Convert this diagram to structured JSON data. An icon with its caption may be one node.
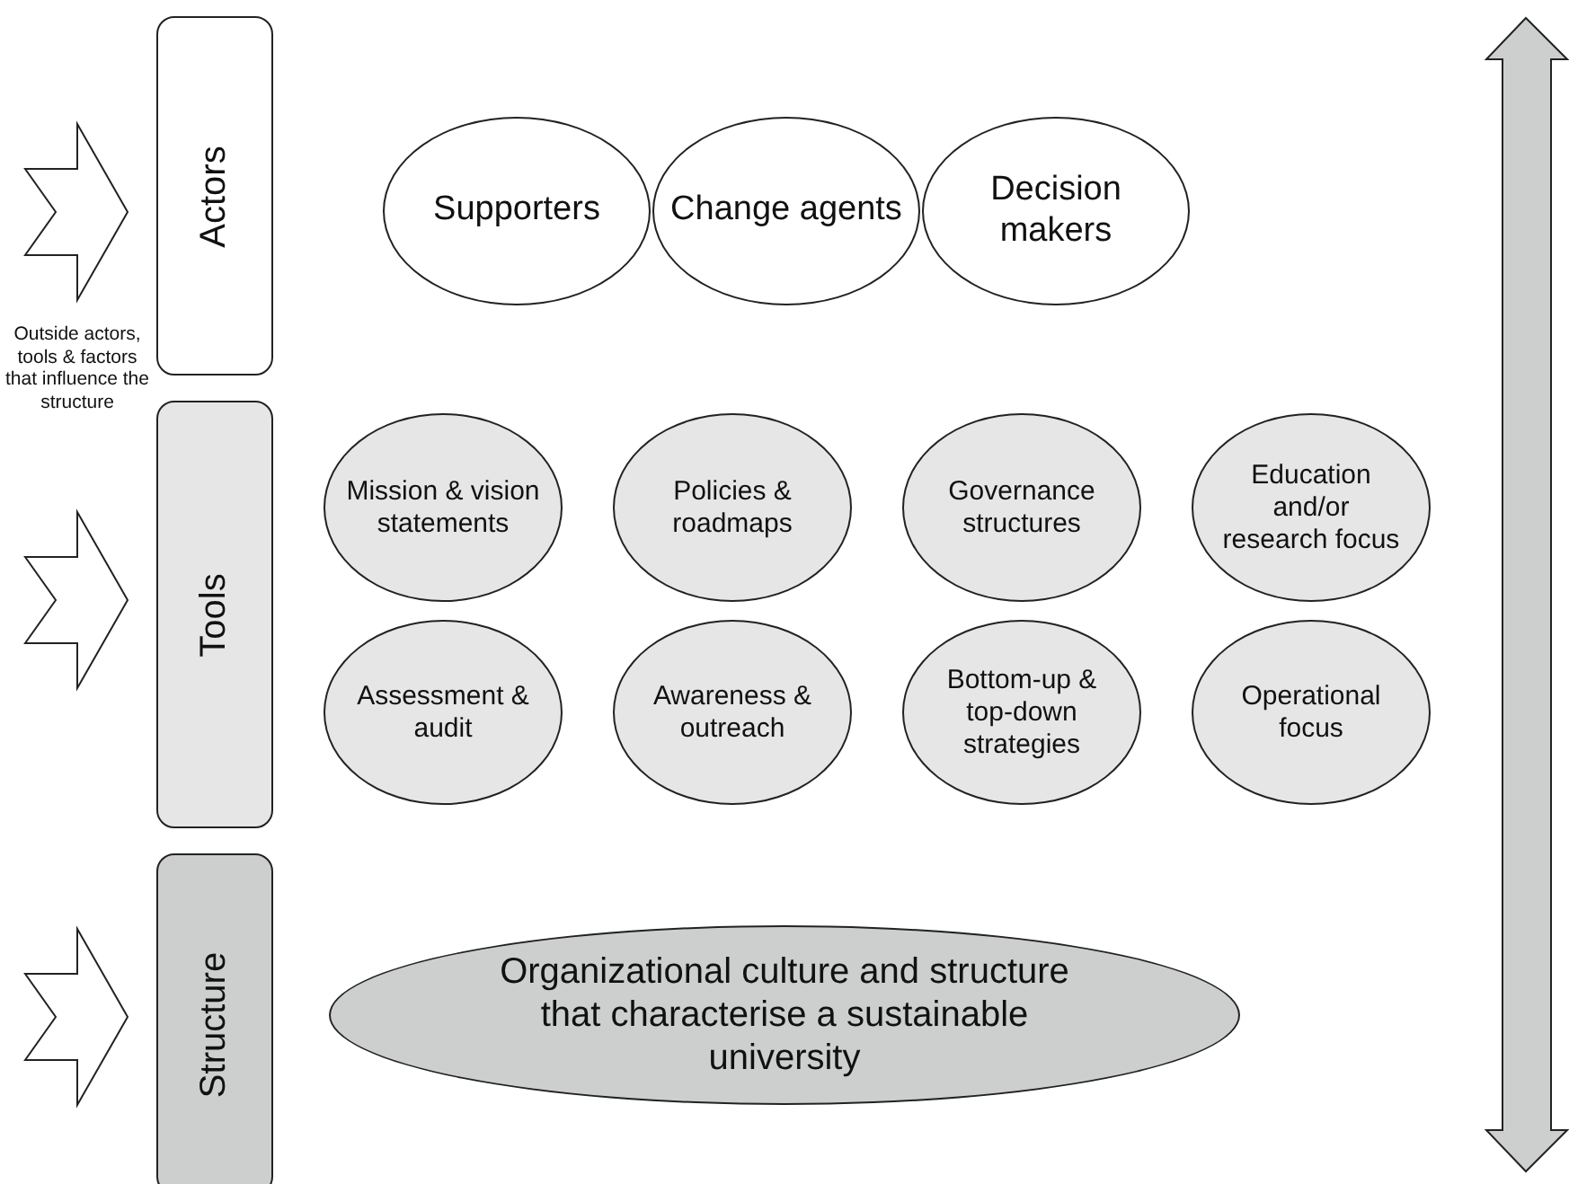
{
  "diagram": {
    "nodes": [
      {
        "text": [
          "Actors"
        ]
      },
      {
        "text": [
          "Tools"
        ]
      },
      {
        "text": [
          "Structure"
        ]
      },
      {
        "text": [
          "Supporters"
        ]
      },
      {
        "text": [
          "Change agents"
        ]
      },
      {
        "text": [
          "Decision makers"
        ]
      },
      {
        "text": [
          "Mission & vision statements"
        ]
      },
      {
        "text": [
          "Policies & roadmaps"
        ]
      },
      {
        "text": [
          "Governance structures"
        ]
      },
      {
        "text": [
          "Education and/or research focus"
        ]
      },
      {
        "text": [
          "Assessment & audit"
        ]
      },
      {
        "text": [
          "Awareness & outreach"
        ]
      },
      {
        "text": [
          "Bottom-up & top-down strategies"
        ]
      },
      {
        "text": [
          "Operational focus"
        ]
      },
      {
        "text": [
          "Organizational culture and structure that characterise a sustainable university"
        ]
      }
    ],
    "edges": [
      {
        "from": null,
        "to": 0,
        "arrow": "to"
      },
      {
        "from": null,
        "to": 1,
        "arrow": "to"
      },
      {
        "from": null,
        "to": 2,
        "arrow": "to"
      }
    ],
    "labels": [
      "Outside actors, tools & factors that influence the structure"
    ]
  }
}
